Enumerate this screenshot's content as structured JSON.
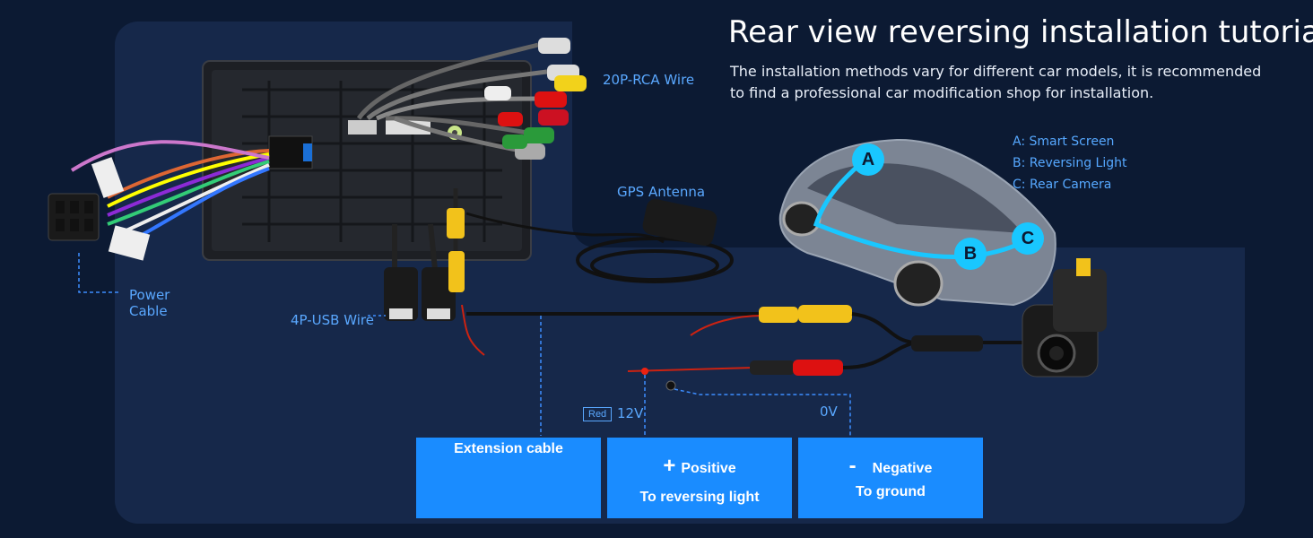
{
  "title": "Rear view reversing installation tutorial",
  "subtitle": "The installation methods vary for different car models, it is recommended to find a professional car modification shop for installation.",
  "legend": {
    "a": "A: Smart Screen",
    "b": "B: Reversing Light",
    "c": "C: Rear Camera"
  },
  "car_markers": {
    "a": "A",
    "b": "B",
    "c": "C"
  },
  "labels": {
    "rca": "20P-RCA Wire",
    "gps": "GPS Antenna",
    "power_1": "Power",
    "power_2": "Cable",
    "usb": "4P-USB Wire",
    "red_tag": "Red",
    "v12": "12V",
    "v0": "0V"
  },
  "boxes": {
    "extension": "Extension cable",
    "positive_symbol": "+",
    "positive_title": "Positive",
    "positive_sub": "To reversing light",
    "negative_symbol": "-",
    "negative_title": "Negative",
    "negative_sub": "To ground"
  },
  "colors": {
    "background": "#0c1a33",
    "panel": "#16284a",
    "accent_blue": "#1a8cff",
    "label_blue": "#5aa8ff",
    "cyan_route": "#19c7ff"
  }
}
